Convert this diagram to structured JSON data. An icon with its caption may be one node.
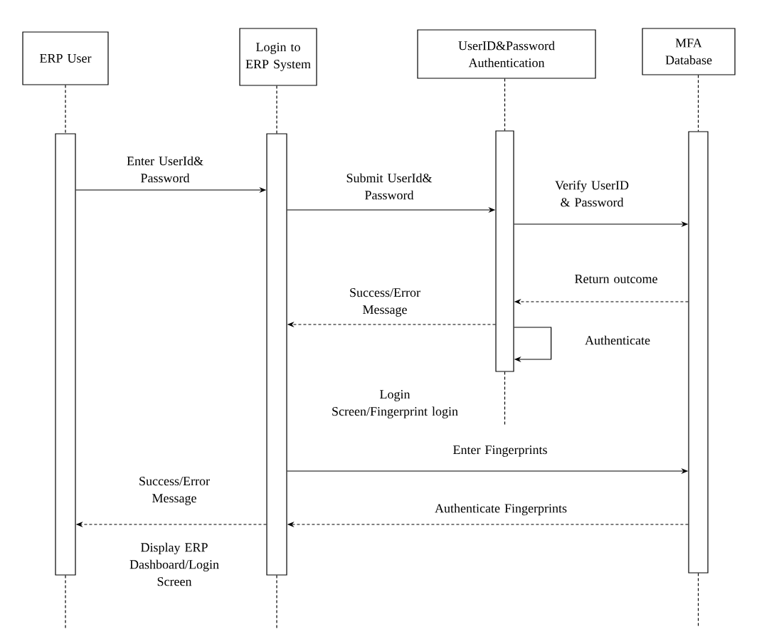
{
  "diagram": {
    "nodes": [
      {
        "text": [
          "ERP User"
        ]
      },
      {
        "text": [
          "Login to ERP System"
        ]
      },
      {
        "text": [
          "UserID&Password Authentication"
        ]
      },
      {
        "text": [
          "MFA Database"
        ]
      },
      {
        "text": [],
        "shape": "bar"
      },
      {
        "text": [],
        "shape": "bar"
      },
      {
        "text": [],
        "shape": "bar"
      },
      {
        "text": [],
        "shape": "bar"
      }
    ],
    "edges": [
      {
        "from": 0,
        "to": 4,
        "arrow": "none",
        "style": "dashed"
      },
      {
        "from": 1,
        "to": 5,
        "arrow": "none",
        "style": "dashed"
      },
      {
        "from": 2,
        "to": 6,
        "arrow": "none",
        "style": "dashed"
      },
      {
        "from": 3,
        "to": 7,
        "arrow": "none",
        "style": "dashed"
      },
      {
        "from": 4,
        "to": null,
        "arrow": "none",
        "style": "dashed"
      },
      {
        "from": 5,
        "to": null,
        "arrow": "none",
        "style": "dashed"
      },
      {
        "from": 6,
        "to": null,
        "arrow": "none",
        "style": "dashed"
      },
      {
        "from": 7,
        "to": null,
        "arrow": "none",
        "style": "dashed"
      },
      {
        "from": 4,
        "to": 5,
        "arrow": "to",
        "label": "Enter UserId& Password"
      },
      {
        "from": 5,
        "to": 6,
        "arrow": "to",
        "label": "Submit UserId& Password"
      },
      {
        "from": 6,
        "to": 7,
        "arrow": "to",
        "label": "Verify UserID & Password"
      },
      {
        "from": 7,
        "to": 6,
        "arrow": "to",
        "style": "dashed",
        "label": "Return outcome"
      },
      {
        "from": 6,
        "to": 6,
        "arrow": "to",
        "label": "Authenticate"
      },
      {
        "from": 6,
        "to": 5,
        "arrow": "to",
        "style": "dashed",
        "label": "Success/Error Message"
      },
      {
        "from": 5,
        "to": 7,
        "arrow": "to",
        "label": "Enter Fingerprints"
      },
      {
        "from": 7,
        "to": 5,
        "arrow": "to",
        "style": "dashed",
        "label": "Authenticate Fingerprints"
      },
      {
        "from": 5,
        "to": 4,
        "arrow": "to",
        "style": "dashed",
        "label": "Success/Error Message"
      }
    ],
    "labels": [
      "Login Screen/Fingerprint login",
      "Display ERP Dashboard/Login Screen"
    ]
  }
}
